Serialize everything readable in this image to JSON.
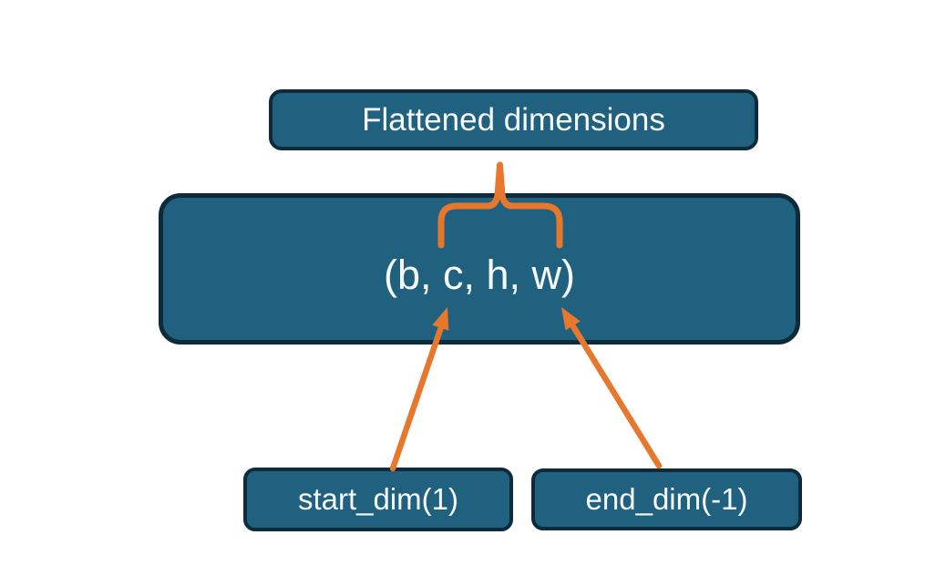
{
  "colors": {
    "background": "#FFFFFF",
    "node_fill": "#216180",
    "node_border": "#0D2B3A",
    "connector": "#E8772E",
    "text_color": "#F7FAFB"
  },
  "nodes": {
    "flattened": {
      "label": "Flattened dimensions"
    },
    "tuple": {
      "label": "(b, c, h, w)"
    },
    "start_dim": {
      "label": "start_dim(1)"
    },
    "end_dim": {
      "label": "end_dim(-1)"
    }
  },
  "connectors": {
    "brace": {
      "meaning": "groups dims c through w of (b, c, h, w) into Flattened dimensions"
    },
    "start_arrow": {
      "meaning": "start_dim(1) points to dim c"
    },
    "end_arrow": {
      "meaning": "end_dim(-1) points to dim w"
    }
  }
}
